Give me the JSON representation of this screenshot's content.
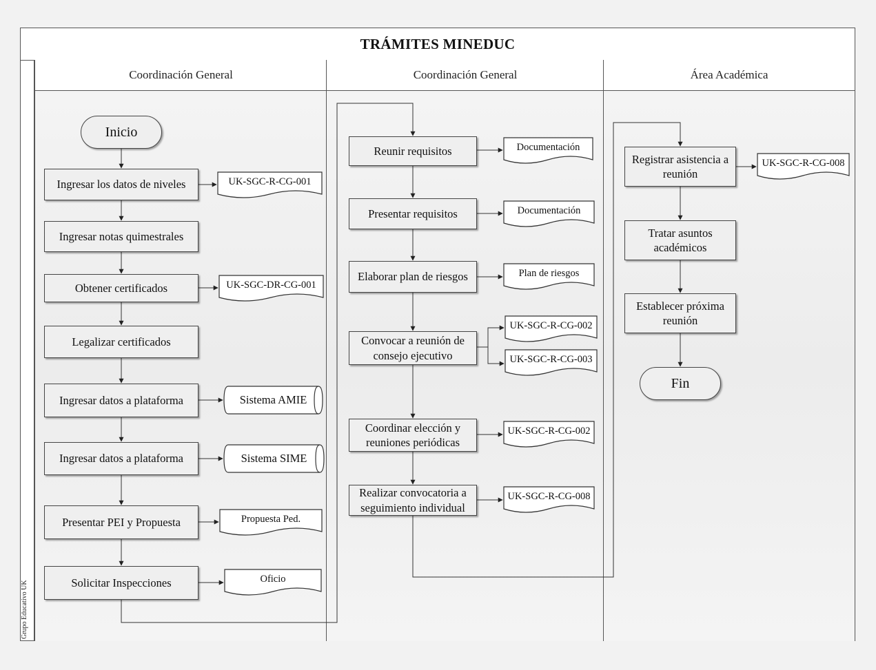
{
  "title": "TRÁMITES MINEDUC",
  "side_label": "Grupo Educativo UK",
  "lanes": [
    {
      "label": "Coordinación General"
    },
    {
      "label": "Coordinación General"
    },
    {
      "label": "Área Académica"
    }
  ],
  "processes": {
    "inicio": "Inicio",
    "ingresar_datos_niveles": "Ingresar los datos de niveles",
    "ingresar_notas": "Ingresar notas quimestrales",
    "obtener_certificados": "Obtener certificados",
    "legalizar_certificados": "Legalizar certificados",
    "ingresar_plataforma_1": "Ingresar datos a plataforma",
    "ingresar_plataforma_2": "Ingresar datos a plataforma",
    "presentar_pei": "Presentar PEI y Propuesta",
    "solicitar_inspecciones": "Solicitar Inspecciones",
    "reunir_requisitos": "Reunir requisitos",
    "presentar_requisitos": "Presentar requisitos",
    "elaborar_plan": "Elaborar plan de riesgos",
    "convocar_reunion": "Convocar a reunión de consejo ejecutivo",
    "coordinar_eleccion": "Coordinar elección y reuniones periódicas",
    "realizar_convocatoria": "Realizar convocatoria a seguimiento individual",
    "registrar_asistencia": "Registrar asistencia a reunión",
    "tratar_asuntos": "Tratar asuntos académicos",
    "establecer_reunion": "Establecer próxima reunión",
    "fin": "Fin"
  },
  "documents": {
    "doc_cg001": "UK-SGC-R-CG-001",
    "doc_drcg001": "UK-SGC-DR-CG-001",
    "doc_propuesta": "Propuesta Ped.",
    "doc_oficio": "Oficio",
    "doc_documentacion_1": "Documentación",
    "doc_documentacion_2": "Documentación",
    "doc_plan_riesgos": "Plan de riesgos",
    "doc_cg002_a": "UK-SGC-R-CG-002",
    "doc_cg003": "UK-SGC-R-CG-003",
    "doc_cg002_b": "UK-SGC-R-CG-002",
    "doc_cg008_a": "UK-SGC-R-CG-008",
    "doc_cg008_b": "UK-SGC-R-CG-008"
  },
  "databases": {
    "db_amie": "Sistema AMIE",
    "db_sime": "Sistema SIME"
  }
}
